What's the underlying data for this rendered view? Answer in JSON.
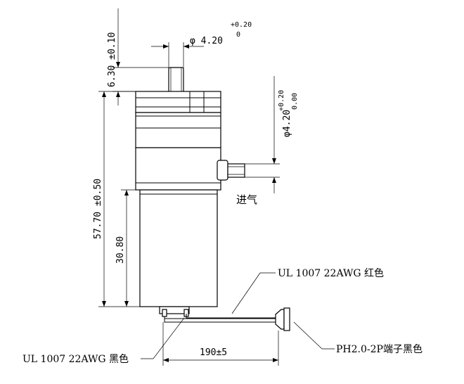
{
  "dimensions": {
    "pipe_diameter_top": "φ 4.20",
    "pipe_diameter_top_tol_upper": "+0.20",
    "pipe_diameter_top_tol_lower": "0",
    "nozzle_height": "6.30 ±0.10",
    "inlet_diameter": "φ4.20",
    "inlet_diameter_tol_upper": "+0.20",
    "inlet_diameter_tol_lower": "0.00",
    "total_height": "57.70 ±0.50",
    "motor_height": "30.80",
    "wire_length": "190±5"
  },
  "labels": {
    "inlet": "进气",
    "red_wire": "UL  1007 22AWG 红色",
    "black_wire": "UL 1007 22AWG 黑色",
    "connector": "PH2.0-2P端子黑色"
  }
}
